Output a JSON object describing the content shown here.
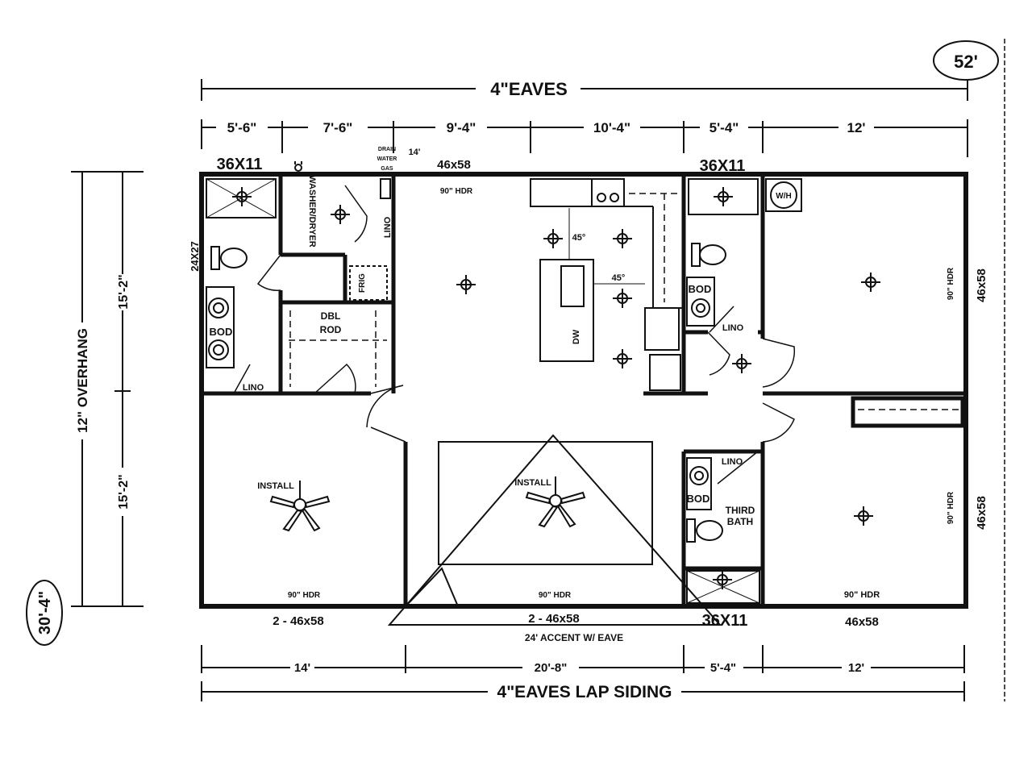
{
  "overall": {
    "width_label": "52'",
    "depth_label": "30'-4\""
  },
  "top": {
    "eaves_label": "4\"EAVES",
    "segments": [
      "5'-6\"",
      "7'-6\"",
      "9'-4\"",
      "10'-4\"",
      "5'-4\"",
      "12'"
    ]
  },
  "bottom": {
    "segments": [
      "14'",
      "20'-8\"",
      "5'-4\"",
      "12'"
    ],
    "eaves_label": "4\"EAVES LAP SIDING",
    "accent_label": "24' ACCENT W/ EAVE"
  },
  "left": {
    "overhang_label": "12\" OVERHANG",
    "segments": [
      "15'-2\"",
      "15'-2\""
    ],
    "window_label": "24X27"
  },
  "windows": {
    "w_top_left": "36X11",
    "w_top_mid": "46x58",
    "w_top_right": "36X11",
    "w_right_upper": "46x58",
    "w_right_lower": "46x58",
    "w_bottom_left": "2 - 46x58",
    "w_bottom_mid": "2 - 46x58",
    "w_bottom_bath": "36X11",
    "w_bottom_right": "46x58"
  },
  "headers": {
    "h_top_mid": "90\" HDR",
    "h_right_upper": "90\" HDR",
    "h_right_lower": "90\" HDR",
    "h_bottom_left": "90\" HDR",
    "h_bottom_mid": "90\" HDR",
    "h_bottom_right": "90\" HDR"
  },
  "labels": {
    "bod_1": "BOD",
    "bod_2": "BOD",
    "bod_3": "BOD",
    "lino_1": "LINO",
    "lino_2": "LINO",
    "lino_3": "LINO",
    "lino_4": "LINO",
    "washer_dryer": "WASHER/DRYER",
    "frig": "FRIG",
    "dbl": "DBL",
    "rod": "ROD",
    "dw": "DW",
    "angle_1": "45°",
    "angle_2": "45°",
    "wh": "W/H",
    "third": "THIRD",
    "bath": "BATH",
    "install_1": "INSTALL",
    "install_2": "INSTALL",
    "utility_1": "DRAIN",
    "utility_2": "WATER",
    "utility_3": "GAS",
    "utility_dim": "14'"
  }
}
